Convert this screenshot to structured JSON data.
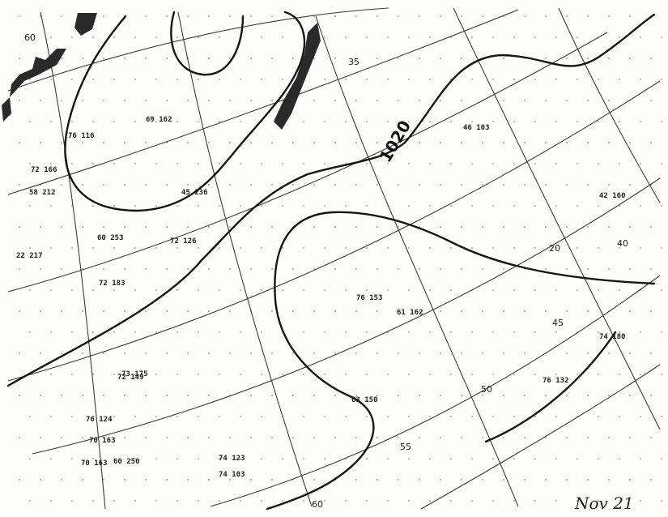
{
  "isobar_label": "1020",
  "date_annotation": "Nov 21",
  "grid_labels": {
    "lat_35": "35",
    "lat_20": "20",
    "lat_40": "40",
    "lat_45": "45",
    "lon_50": "50",
    "lon_55": "55",
    "lon_60": "60",
    "lat_60": "60"
  },
  "station_plots": [
    "22 217",
    "72 149",
    "76 132",
    "60 253",
    "73 175",
    "72 183",
    "70 163",
    "76 124",
    "63 150",
    "61 162",
    "72 126",
    "76 153",
    "74 180",
    "46 103",
    "72 166",
    "74 103",
    "58 212",
    "60 250",
    "70 163",
    "76 116",
    "42 160",
    "74 123",
    "69 162",
    "45 236"
  ],
  "colors": {
    "ink": "#151515",
    "paper": "#fdfdfc",
    "land": "#2a2a2a"
  }
}
